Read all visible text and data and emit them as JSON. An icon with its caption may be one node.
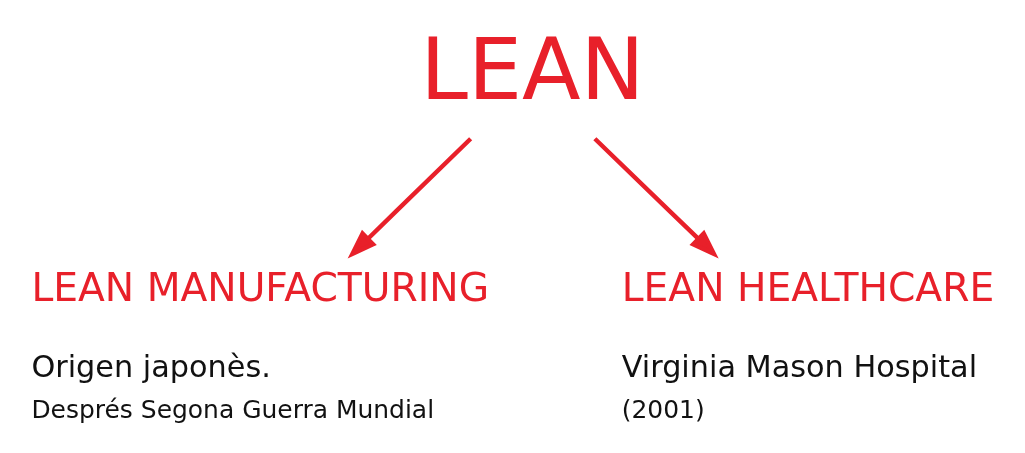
{
  "diagram": {
    "nodes": [
      {
        "text": [
          "LEAN"
        ]
      },
      {
        "text": [
          "LEAN MANUFACTURING"
        ],
        "beside": [
          "Origen japonès.",
          "Després Segona Guerra Mundial"
        ]
      },
      {
        "text": [
          "LEAN HEALTHCARE"
        ],
        "beside": [
          "Virginia Mason Hospital",
          "(2001)"
        ]
      }
    ],
    "edges": [
      {
        "from": 0,
        "to": 1,
        "arrow": "to"
      },
      {
        "from": 0,
        "to": 2,
        "arrow": "to"
      }
    ]
  }
}
